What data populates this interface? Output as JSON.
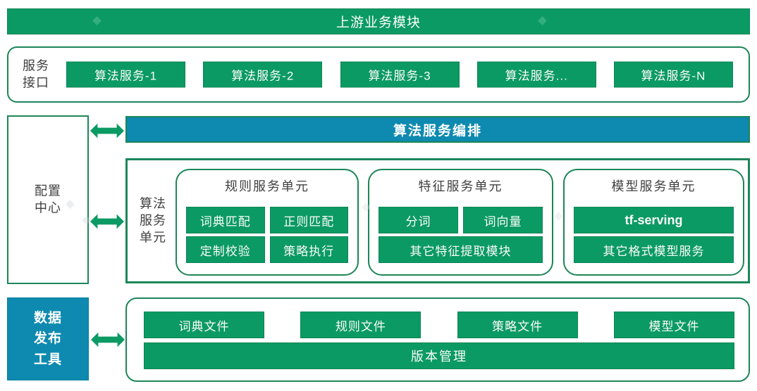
{
  "top_bar": {
    "label": "上游业务模块"
  },
  "service_interface": {
    "label": "服务接口",
    "label_lines": [
      "服务",
      "接口"
    ],
    "services": [
      "算法服务-1",
      "算法服务-2",
      "算法服务-3",
      "算法服务...",
      "算法服务-N"
    ]
  },
  "config_center": {
    "label": "配置中心",
    "label_lines": [
      "配置",
      "中心"
    ]
  },
  "orchestration": {
    "label": "算法服务编排"
  },
  "algo_unit": {
    "label": "算法服务单元",
    "label_lines": [
      "算法",
      "服务",
      "单元"
    ],
    "groups": [
      {
        "title": "规则服务单元",
        "chips": [
          "词典匹配",
          "正则匹配",
          "定制校验",
          "策略执行"
        ]
      },
      {
        "title": "特征服务单元",
        "chips": [
          "分词",
          "词向量",
          "其它特征提取模块"
        ]
      },
      {
        "title": "模型服务单元",
        "chips": [
          "tf-serving",
          "其它格式模型服务"
        ]
      }
    ]
  },
  "data_publish": {
    "label": "数据发布工具",
    "label_lines": [
      "数据",
      "发布",
      "工具"
    ]
  },
  "file_publish": {
    "files": [
      "词典文件",
      "规则文件",
      "策略文件",
      "模型文件"
    ],
    "version_bar": "版本管理"
  },
  "colors": {
    "block_green": "#0B9A63",
    "border_green": "#1D8659",
    "teal": "#0E8AB0",
    "label_text": "#404040"
  }
}
